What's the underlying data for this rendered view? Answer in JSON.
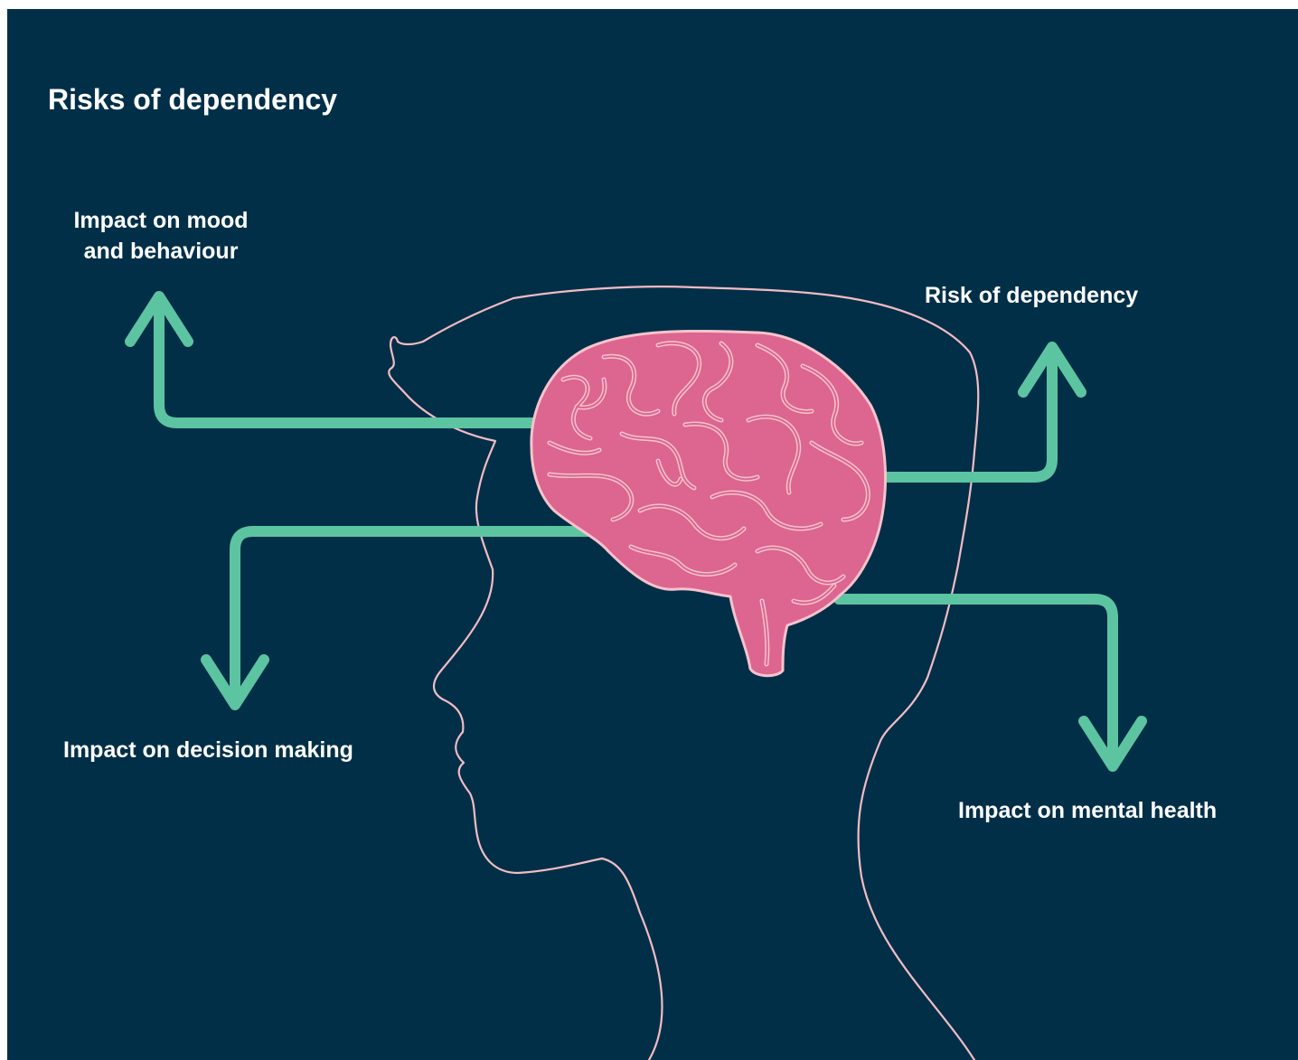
{
  "title": "Risks of dependency",
  "labels": {
    "mood": "Impact on mood\nand behaviour",
    "dependency": "Risk of dependency",
    "decision": "Impact on decision making",
    "mental_health": "Impact on mental health"
  },
  "colors": {
    "background": "#022f48",
    "arrow": "#5cc4a1",
    "head_outline": "#f2bcc4",
    "brain_fill": "#dc6690",
    "brain_lines": "#f6c3cd",
    "text": "#ffffff"
  }
}
